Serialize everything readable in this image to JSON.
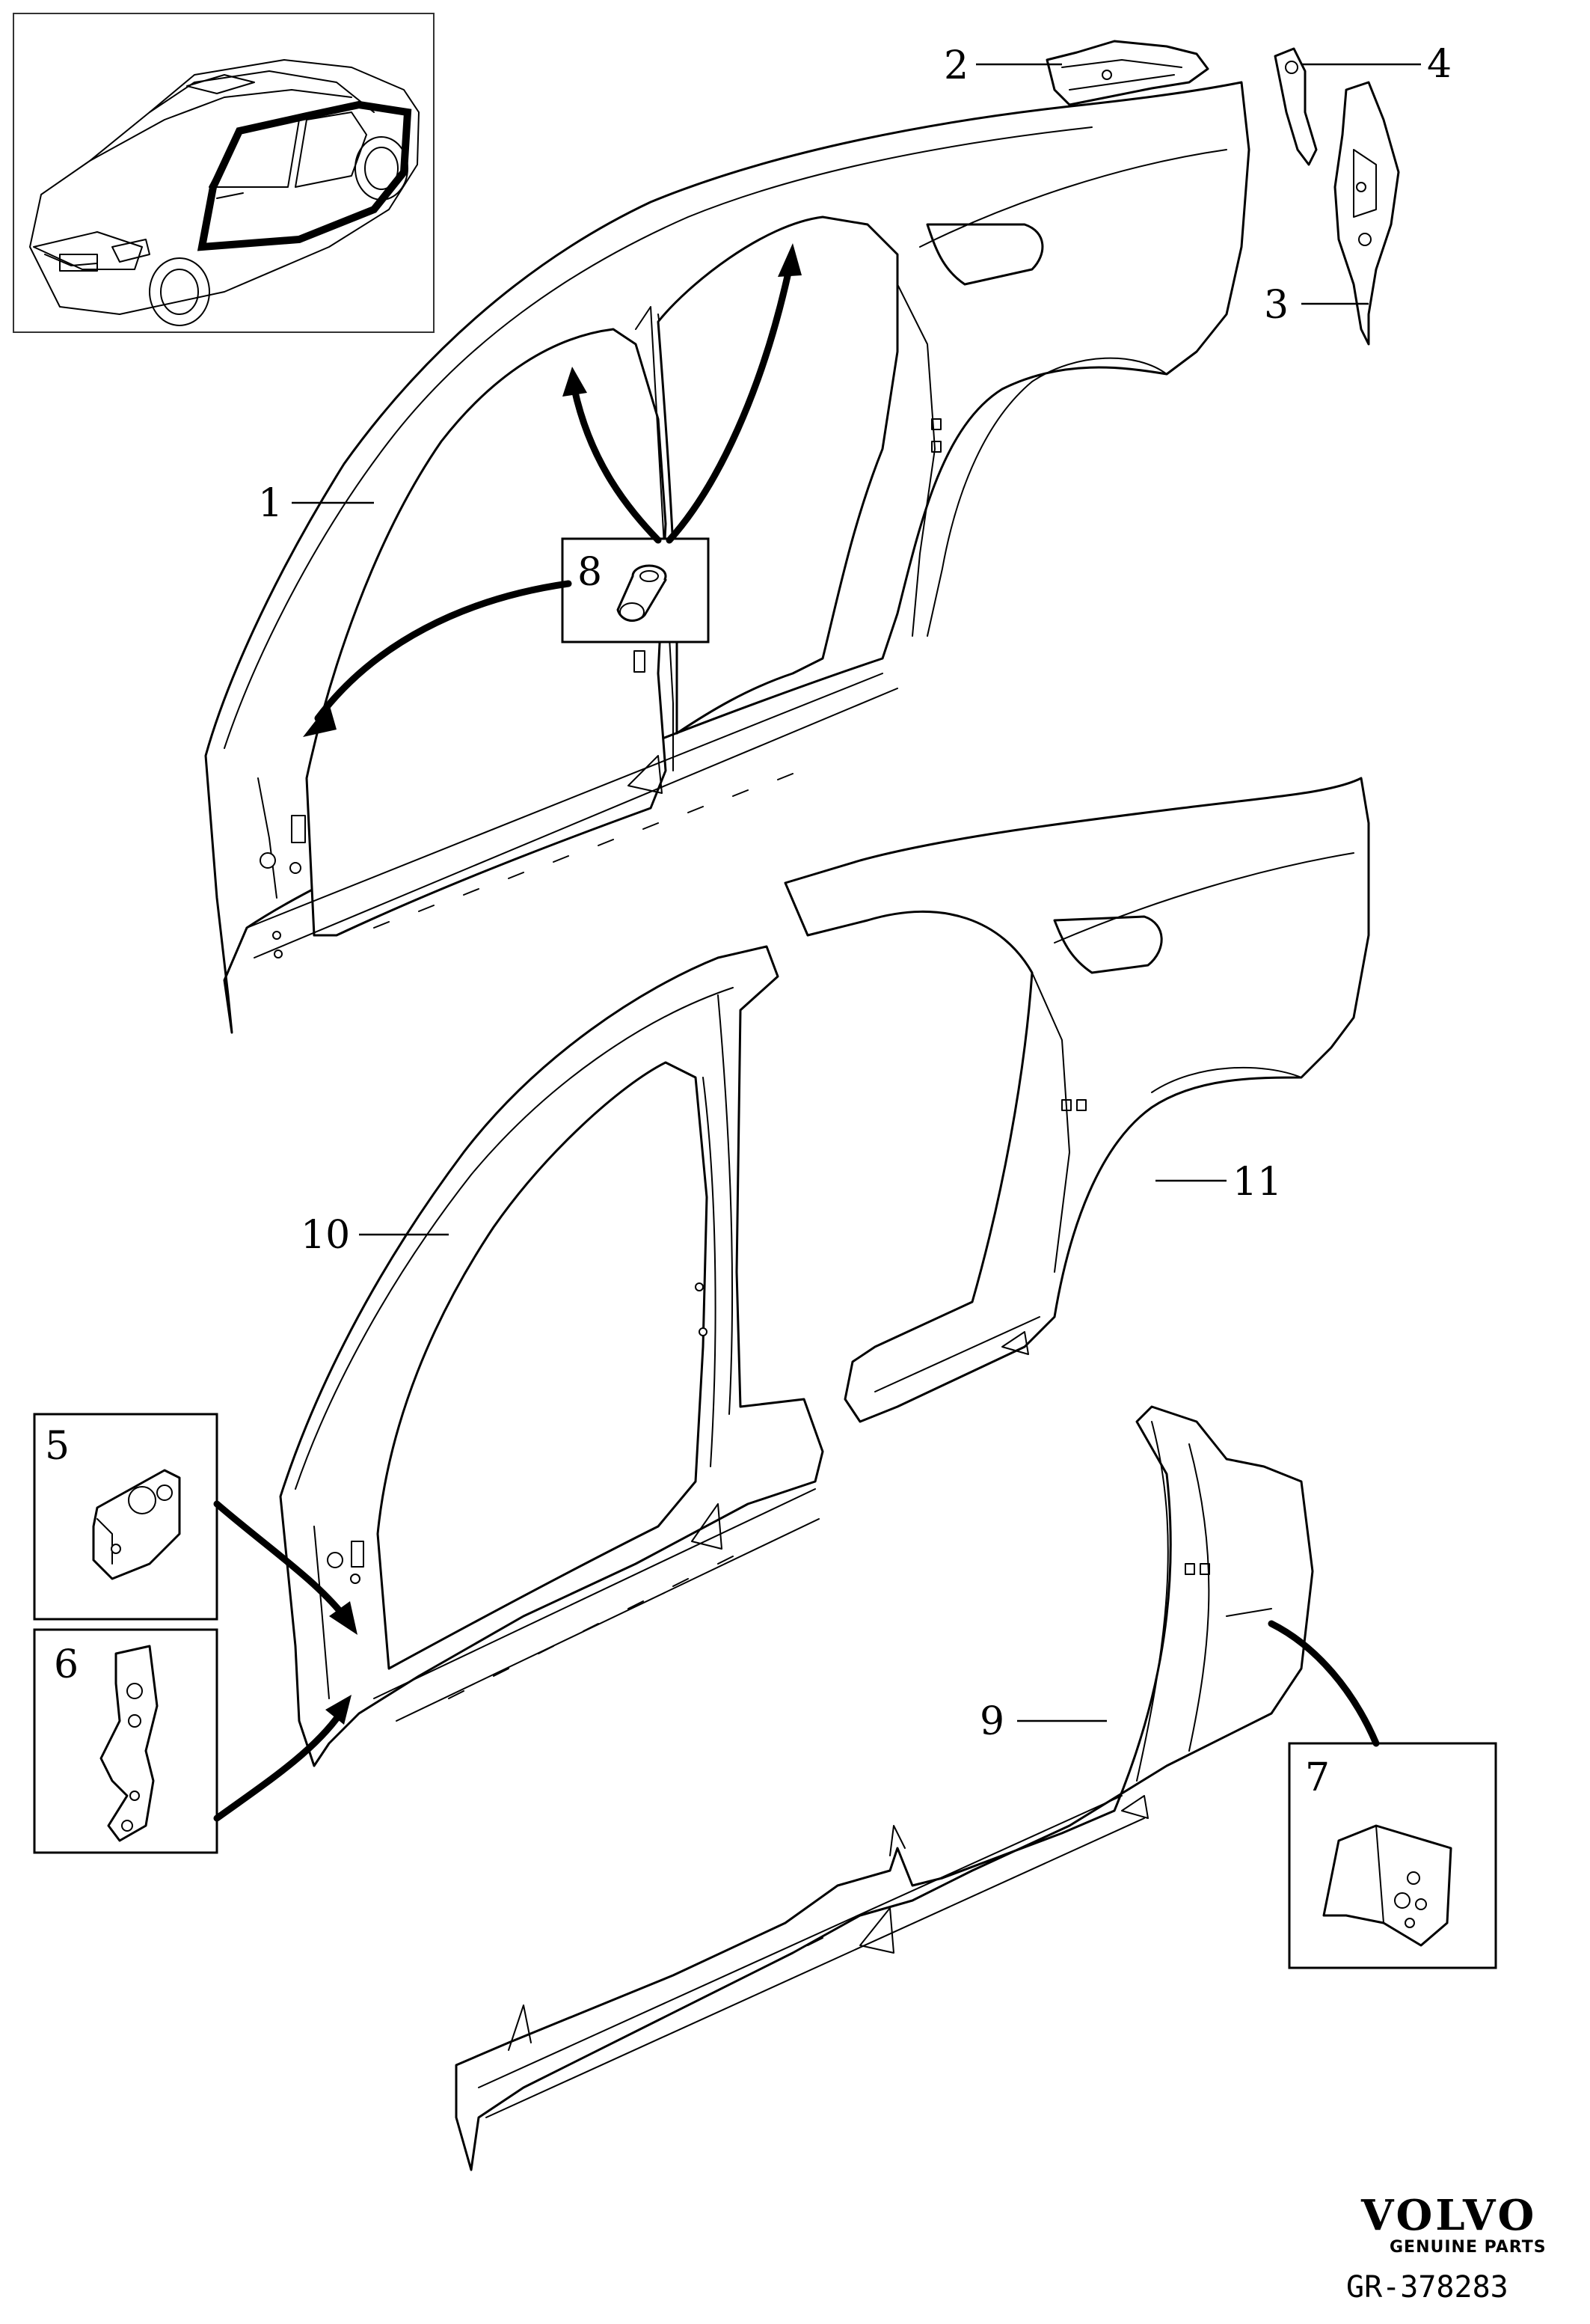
{
  "diagram": {
    "callouts": [
      {
        "id": "1",
        "label": "1"
      },
      {
        "id": "2",
        "label": "2"
      },
      {
        "id": "3",
        "label": "3"
      },
      {
        "id": "4",
        "label": "4"
      },
      {
        "id": "5",
        "label": "5"
      },
      {
        "id": "6",
        "label": "6"
      },
      {
        "id": "7",
        "label": "7"
      },
      {
        "id": "8",
        "label": "8"
      },
      {
        "id": "9",
        "label": "9"
      },
      {
        "id": "10",
        "label": "10"
      },
      {
        "id": "11",
        "label": "11"
      }
    ]
  },
  "brand": {
    "name": "VOLVO",
    "tagline": "GENUINE PARTS"
  },
  "reference": "GR-378283"
}
